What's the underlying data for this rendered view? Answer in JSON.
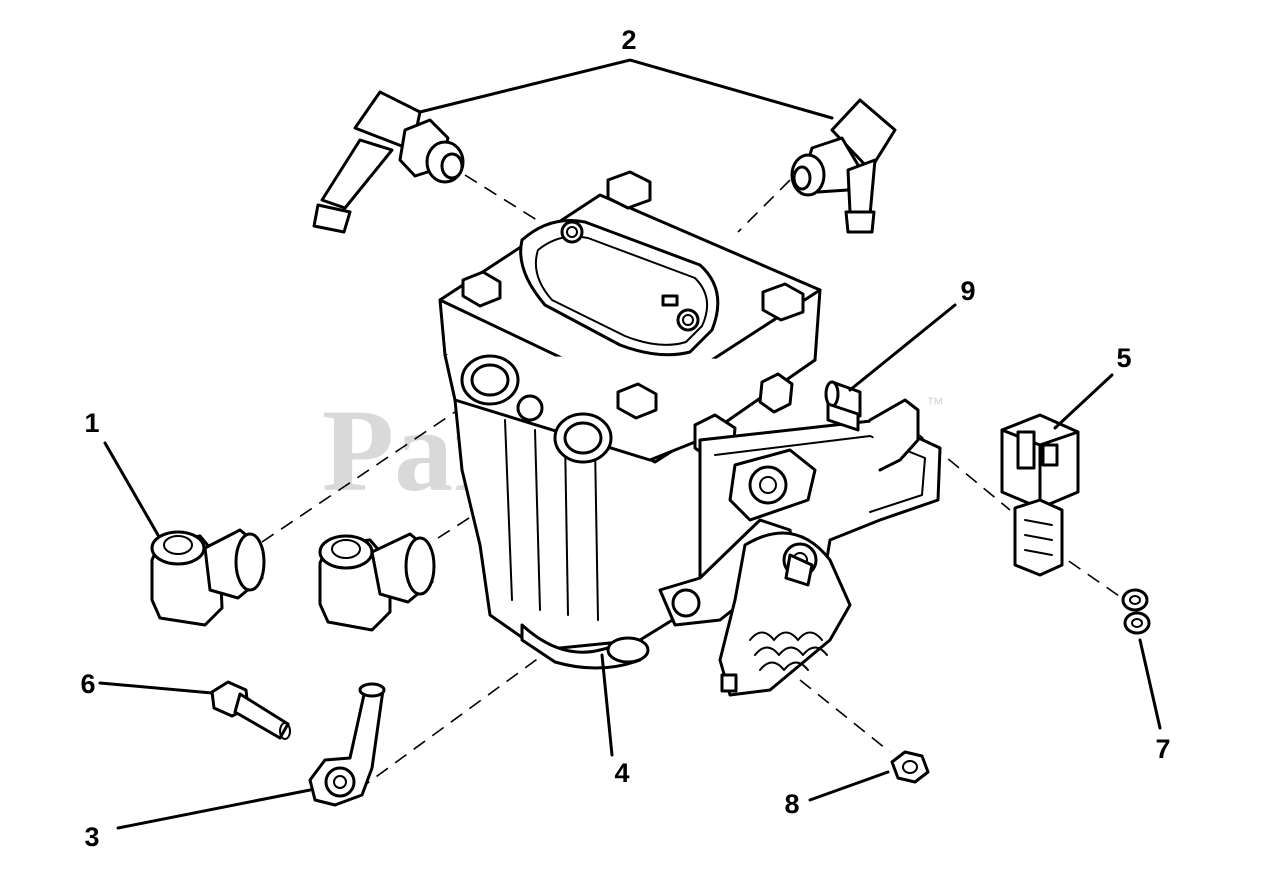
{
  "watermark": {
    "text": "PartsTree",
    "trademark": "™",
    "color": "#d9d9d9"
  },
  "callouts": [
    {
      "id": "1",
      "label": "1"
    },
    {
      "id": "2",
      "label": "2"
    },
    {
      "id": "3",
      "label": "3"
    },
    {
      "id": "4",
      "label": "4"
    },
    {
      "id": "5",
      "label": "5"
    },
    {
      "id": "6",
      "label": "6"
    },
    {
      "id": "7",
      "label": "7"
    },
    {
      "id": "8",
      "label": "8"
    },
    {
      "id": "9",
      "label": "9"
    }
  ],
  "colors": {
    "line": "#000000",
    "background": "#ffffff"
  }
}
